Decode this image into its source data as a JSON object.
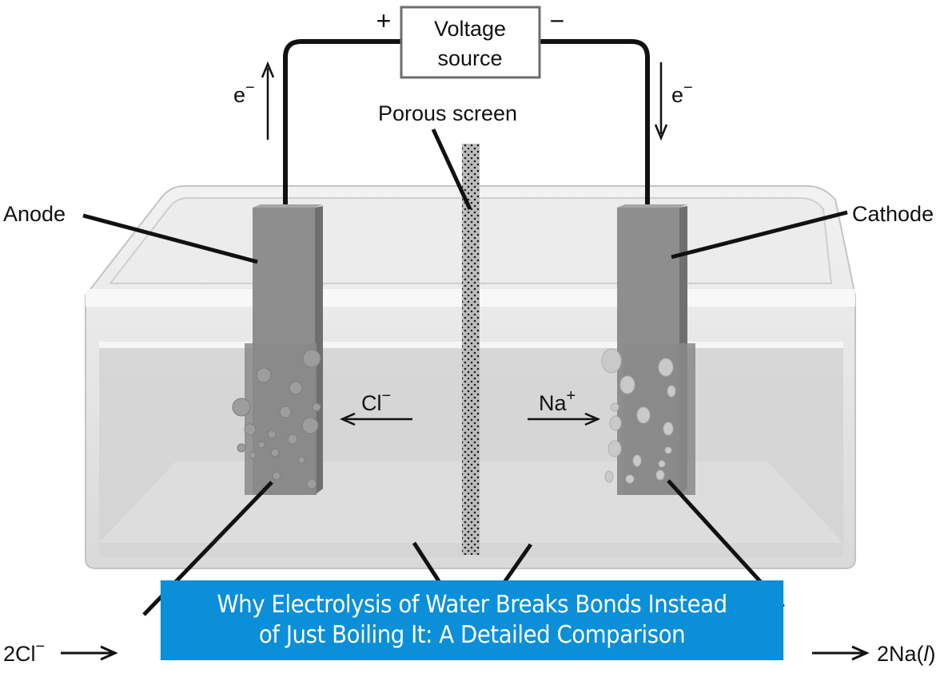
{
  "diagram": {
    "voltage_source": {
      "line1": "Voltage",
      "line2": "source"
    },
    "plus_sign": "+",
    "minus_sign": "−",
    "electron_symbol": "e",
    "electron_charge": "−",
    "porous_screen": "Porous screen",
    "anode": "Anode",
    "cathode": "Cathode",
    "chloride_ion": "Cl",
    "chloride_charge": "−",
    "sodium_ion": "Na",
    "sodium_charge": "+",
    "left_reaction_start": "2Cl",
    "left_reaction_charge": "−",
    "right_reaction_end": "2Na(",
    "right_reaction_italic": "l",
    "right_reaction_close": ")"
  },
  "banner": {
    "line1": "Why Electrolysis of Water Breaks Bonds Instead",
    "line2": "of Just Boiling It: A Detailed Comparison"
  },
  "colors": {
    "banner_bg": "#0a8fd8",
    "electrode": "#8c8c8c",
    "tank": "#e2e2e2"
  }
}
